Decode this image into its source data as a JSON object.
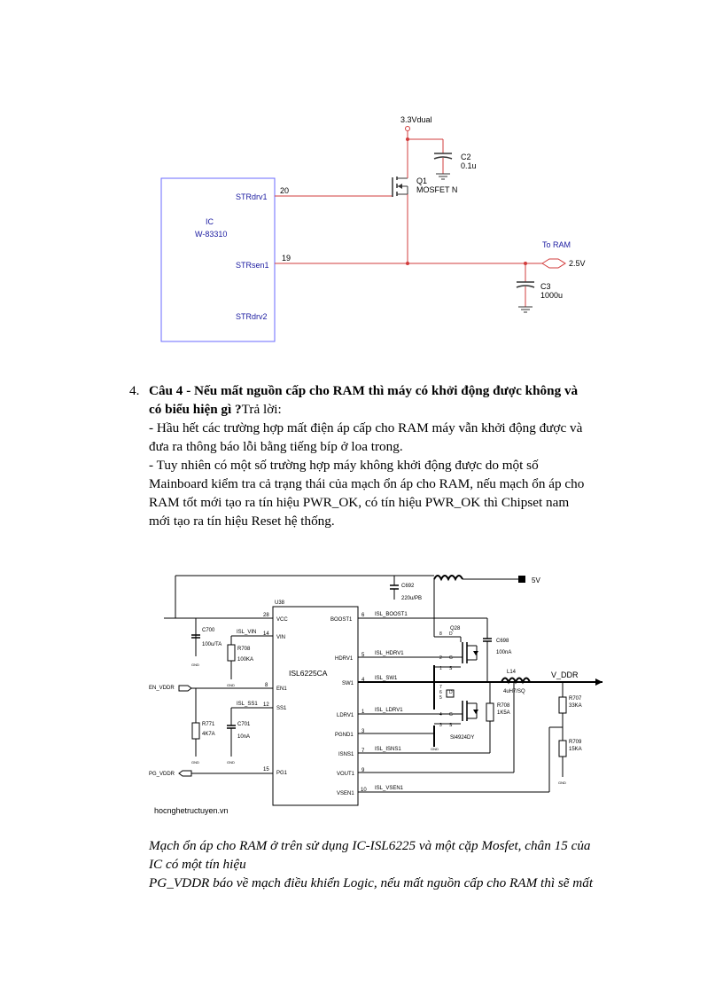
{
  "schematic1": {
    "supply": "3.3Vdual",
    "c2_ref": "C2",
    "c2_val": "0.1u",
    "q1_ref": "Q1",
    "q1_val": "MOSFET N",
    "ic_ref": "IC",
    "ic_name": "W-83310",
    "pin_strdrv1": "STRdrv1",
    "pin_strsen1": "STRsen1",
    "pin_strdrv2": "STRdrv2",
    "pin20": "20",
    "pin19": "19",
    "to_ram": "To RAM",
    "v25": "2.5V",
    "c3_ref": "C3",
    "c3_val": "1000u"
  },
  "question": {
    "number": "4.",
    "title_l1": "Câu 4 - Nếu mất nguồn cấp cho RAM thì máy có khởi động được không và",
    "title_l2": "có biểu hiện gì ?",
    "answer_label": "Trả lời:",
    "lines": [
      "- Hầu hết các trường hợp mất điện áp cấp cho RAM máy vẫn khởi động được và",
      "đưa ra thông báo lỗi bằng tiếng bíp ở loa trong.",
      "- Tuy nhiên có một số trường hợp máy không khởi động được do một số",
      "Mainboard kiểm tra cả trạng thái của mạch ổn áp cho RAM, nếu mạch ổn áp cho",
      "RAM tốt mới tạo ra tín hiệu PWR_OK, có tín hiệu PWR_OK thì Chipset nam",
      "mới tạo ra tín hiệu Reset hệ thống."
    ]
  },
  "schematic2": {
    "v5": "5V",
    "c692_ref": "C692",
    "c692_val": "220u/PB",
    "u38": "U38",
    "ic_name": "ISL6225CA",
    "pin_vcc": "VCC",
    "pin_vin": "VIN",
    "pin_en1": "EN1",
    "pin_ss1": "SS1",
    "pin_pg1": "PG1",
    "pin_boost1": "BOOST1",
    "pin_hdrv1": "HDRV1",
    "pin_sw1": "SW1",
    "pin_ldrv1": "LDRV1",
    "pin_pgnd1": "PGND1",
    "pin_isns1": "ISNS1",
    "pin_vout1": "VOUT1",
    "pin_vsen1": "VSEN1",
    "n28": "28",
    "n14": "14",
    "n8": "8",
    "n12": "12",
    "n15": "15",
    "n6": "6",
    "n5": "5",
    "n4": "4",
    "n1": "1",
    "n2": "2",
    "n3": "3",
    "n7": "7",
    "n9": "9",
    "n10": "10",
    "c700_ref": "C700",
    "c700_val": "100u/TA",
    "isl_vin": "ISL_VIN",
    "r708a_ref": "R708",
    "r708a_val": "100KA",
    "en_vddr": "EN_VDDR",
    "isl_ss1": "ISL_SS1",
    "r771_ref": "R771",
    "r771_val": "4K7A",
    "c701_ref": "C701",
    "c701_val": "10nA",
    "pg_vddr": "PG_VDDR",
    "isl_boost1": "ISL_BOOST1",
    "isl_hdrv1": "ISL_HDRV1",
    "isl_sw1": "ISL_SW1",
    "isl_ldrv1": "ISL_LDRV1",
    "isl_isns1": "ISL_ISNS1",
    "isl_vsen1": "ISL_VSEN1",
    "q28": "Q28",
    "q28_val": "SI4924DY",
    "c698_ref": "C698",
    "c698_val": "100nA",
    "l14_ref": "L14",
    "l14_val": "4uH7/SQ",
    "r708b_ref": "R708",
    "r708b_val": "1K5A",
    "v_ddr": "V_DDR",
    "r707_ref": "R707",
    "r707_val": "33KA",
    "r709_ref": "R709",
    "r709_val": "15KA",
    "gnd": "GND",
    "pin_d": "D",
    "pin_g": "G",
    "pin_s": "S"
  },
  "watermark": "hocnghetructuyen.vn",
  "caption": {
    "lines": [
      "Mạch ổn áp cho RAM ở trên sử dụng IC-ISL6225 và một cặp Mosfet, chân 15 của",
      "IC có một tín hiệu",
      "PG_VDDR báo về mạch điều khiển Logic, nếu mất nguồn cấp cho RAM thì sẽ mất"
    ]
  }
}
